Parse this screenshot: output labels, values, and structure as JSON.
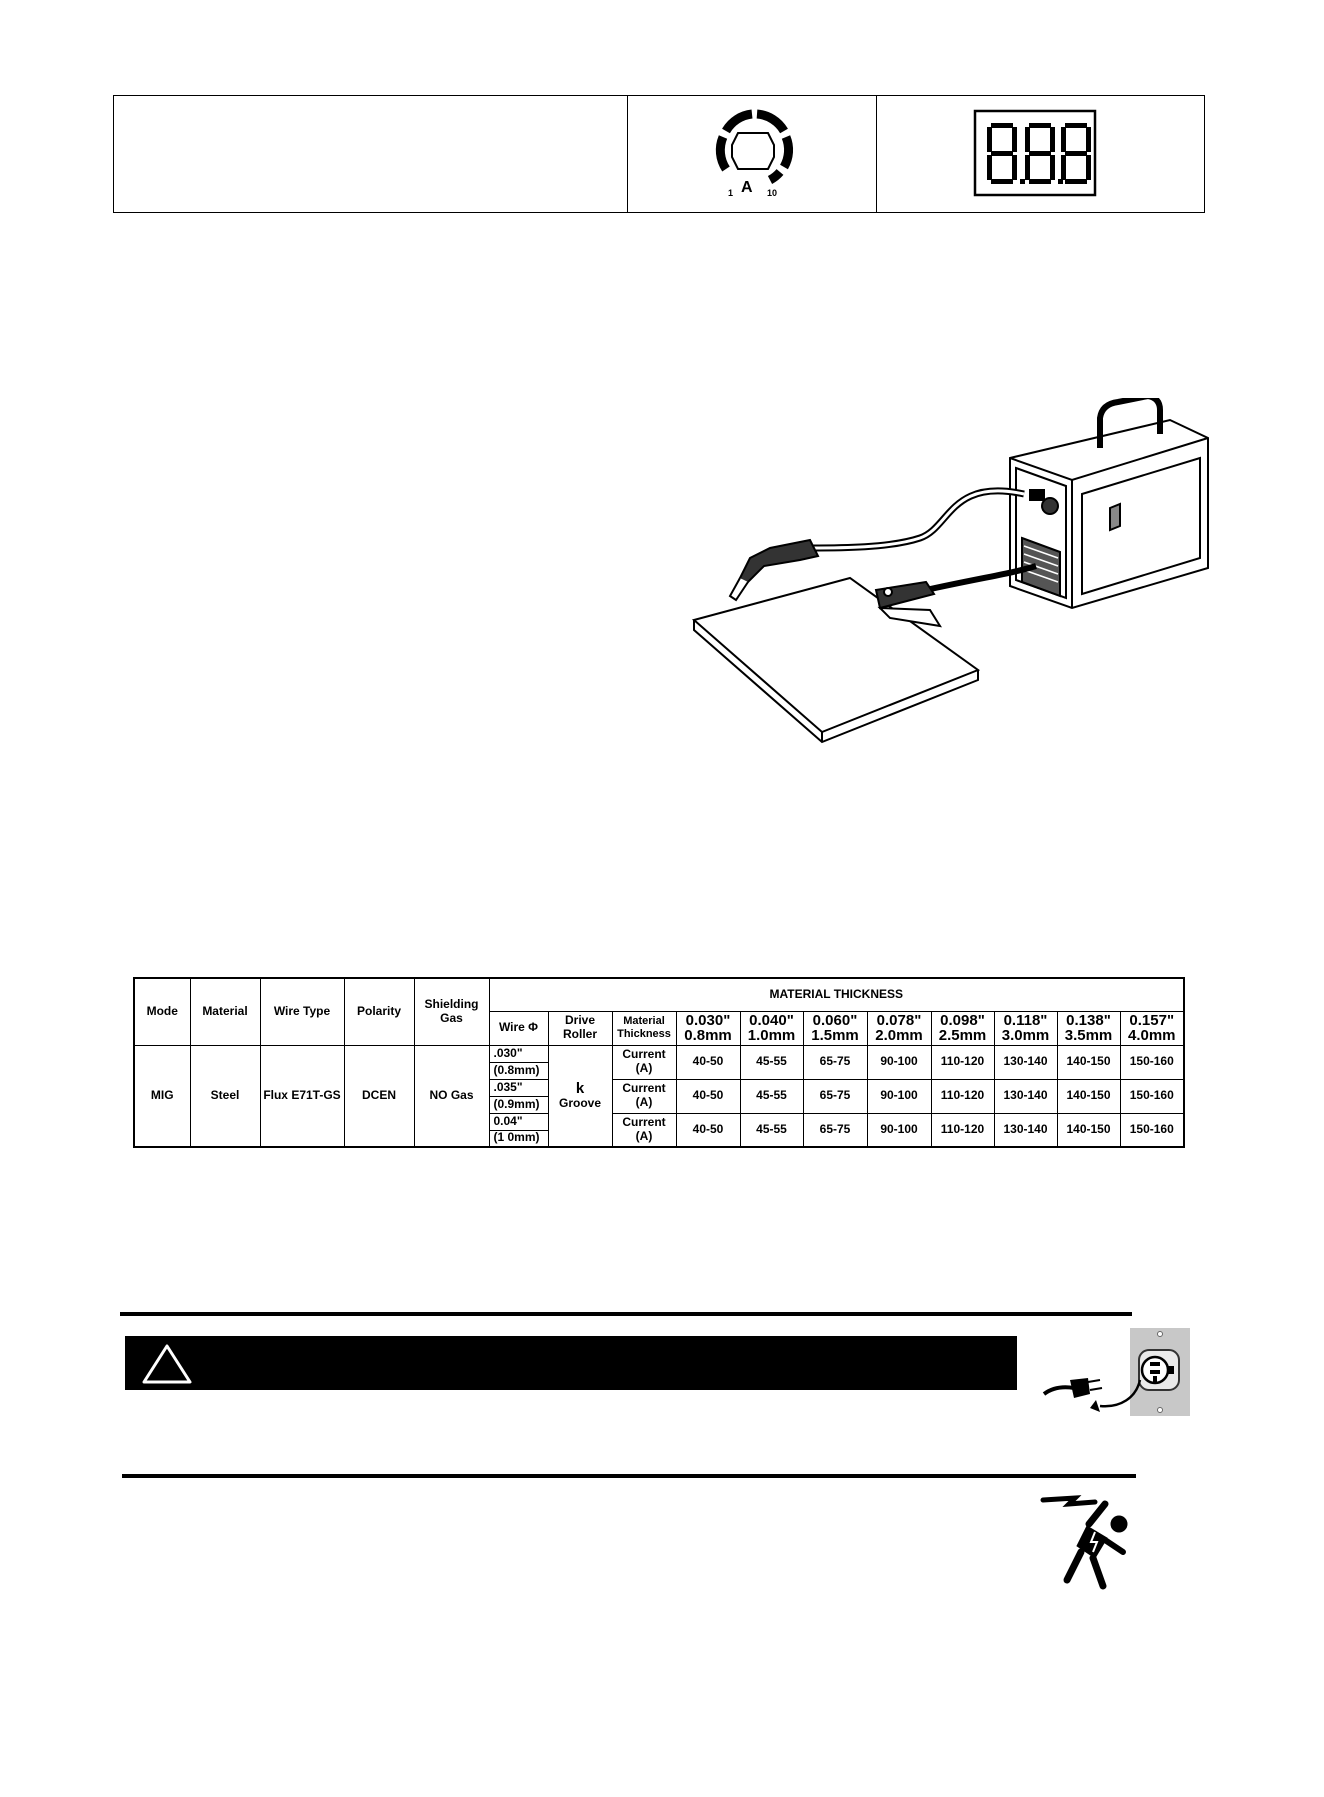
{
  "control_panel": {
    "knob": {
      "icon": "amperage-knob-icon",
      "min_label": "1",
      "unit_label": "A",
      "max_label": "10"
    },
    "display": {
      "icon": "seven-segment-display-icon",
      "digits": "8.8.8"
    }
  },
  "illustration": {
    "icon": "mig-welder-with-torch-and-ground-clamp-icon"
  },
  "settings_table": {
    "headers": {
      "mode": "Mode",
      "material": "Material",
      "wire_type": "Wire Type",
      "polarity": "Polarity",
      "shielding_gas": "Shielding Gas",
      "material_thickness": "MATERIAL THICKNESS",
      "wire_dia": "Wire Φ",
      "drive_roller": "Drive Roller",
      "material_thickness_sub": "Material Thickness"
    },
    "thickness_columns": [
      {
        "in": "0.030\"",
        "mm": "0.8mm"
      },
      {
        "in": "0.040\"",
        "mm": "1.0mm"
      },
      {
        "in": "0.060\"",
        "mm": "1.5mm"
      },
      {
        "in": "0.078\"",
        "mm": "2.0mm"
      },
      {
        "in": "0.098\"",
        "mm": "2.5mm"
      },
      {
        "in": "0.118\"",
        "mm": "3.0mm"
      },
      {
        "in": "0.138\"",
        "mm": "3.5mm"
      },
      {
        "in": "0.157\"",
        "mm": "4.0mm"
      }
    ],
    "row": {
      "mode": "MIG",
      "material": "Steel",
      "wire_type": "Flux E71T-GS",
      "polarity": "DCEN",
      "shielding_gas": "NO Gas",
      "drive_roller_k": "k",
      "drive_roller": "Groove",
      "wires": [
        {
          "in": ".030\"",
          "mm": "(0.8mm)",
          "label": "Current (A)",
          "currents": [
            "40-50",
            "45-55",
            "65-75",
            "90-100",
            "110-120",
            "130-140",
            "140-150",
            "150-160"
          ]
        },
        {
          "in": ".035\"",
          "mm": "(0.9mm)",
          "label": "Current (A)",
          "currents": [
            "40-50",
            "45-55",
            "65-75",
            "90-100",
            "110-120",
            "130-140",
            "140-150",
            "150-160"
          ]
        },
        {
          "in": "0.04\"",
          "mm": "(1 0mm)",
          "label": "Current (A)",
          "currents": [
            "40-50",
            "45-55",
            "65-75",
            "90-100",
            "110-120",
            "130-140",
            "140-150",
            "150-160"
          ]
        }
      ]
    }
  },
  "warning": {
    "icon": "warning-triangle-icon",
    "plug_icon": "unplug-from-outlet-icon",
    "shock_icon": "electric-shock-hazard-icon"
  }
}
